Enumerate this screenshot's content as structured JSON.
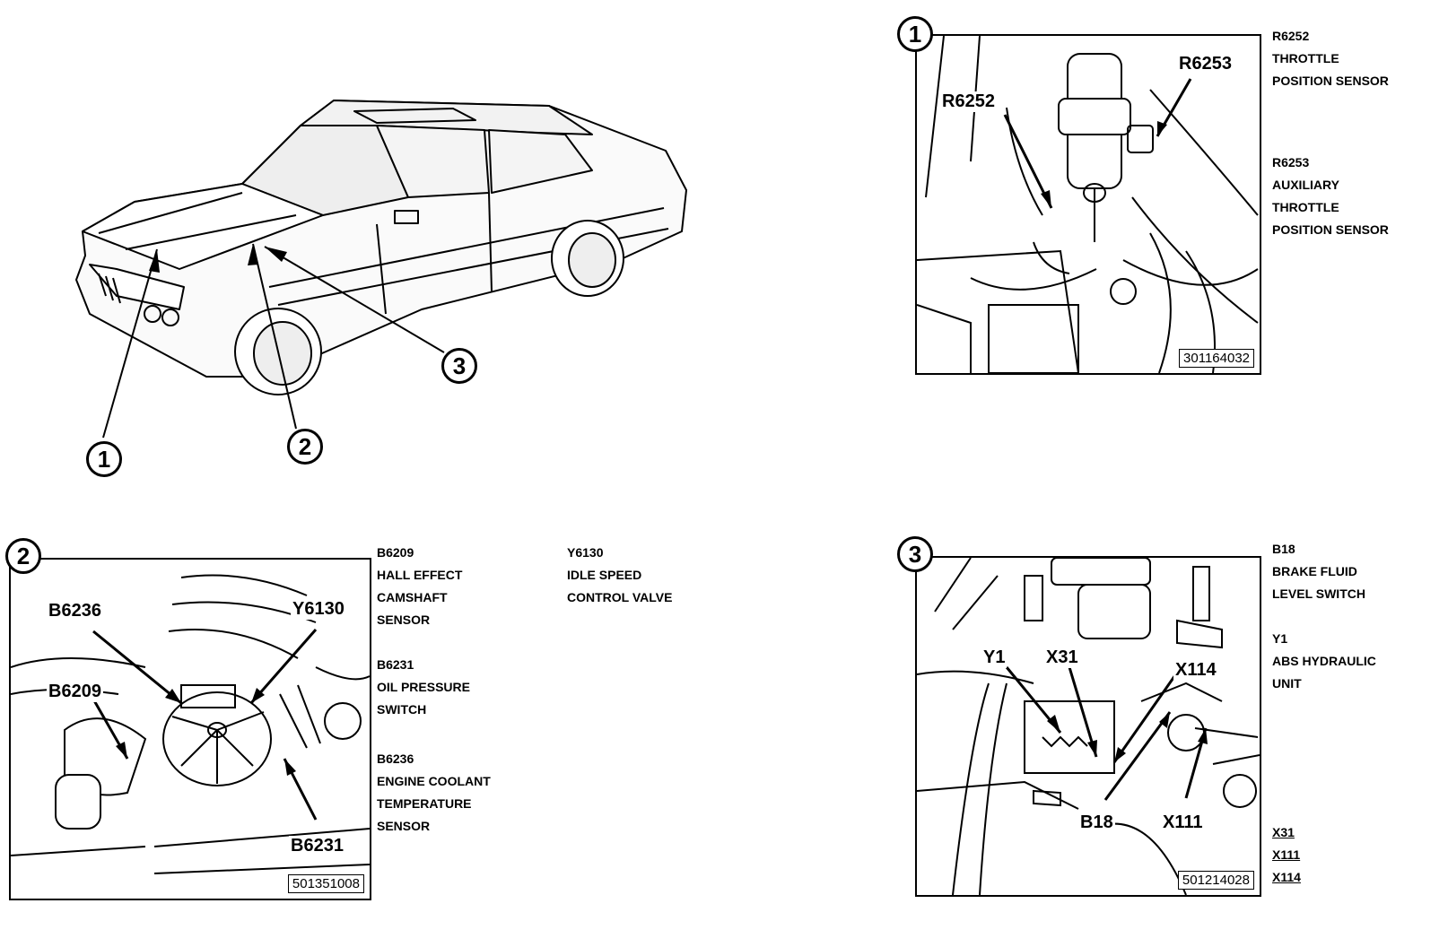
{
  "car": {
    "callouts": [
      "1",
      "2",
      "3"
    ]
  },
  "panel1": {
    "number": "1",
    "image_id": "301164032",
    "labels": {
      "r6252": "R6252",
      "r6253": "R6253"
    },
    "legend": [
      {
        "code": "R6252",
        "lines": [
          "THROTTLE",
          "POSITION SENSOR"
        ]
      },
      {
        "code": "R6253",
        "lines": [
          "AUXILIARY",
          "THROTTLE",
          "POSITION SENSOR"
        ]
      }
    ]
  },
  "panel2": {
    "number": "2",
    "image_id": "501351008",
    "labels": {
      "b6236": "B6236",
      "y6130": "Y6130",
      "b6209": "B6209",
      "b6231": "B6231"
    },
    "legend_col1": [
      {
        "code": "B6209",
        "lines": [
          "HALL EFFECT",
          "CAMSHAFT",
          "SENSOR"
        ]
      },
      {
        "code": "B6231",
        "lines": [
          "OIL PRESSURE",
          "SWITCH"
        ]
      },
      {
        "code": "B6236",
        "lines": [
          "ENGINE COOLANT",
          "TEMPERATURE",
          "SENSOR"
        ]
      }
    ],
    "legend_col2": [
      {
        "code": "Y6130",
        "lines": [
          "IDLE SPEED",
          "CONTROL VALVE"
        ]
      }
    ]
  },
  "panel3": {
    "number": "3",
    "image_id": "501214028",
    "labels": {
      "y1": "Y1",
      "x31": "X31",
      "x114": "X114",
      "b18": "B18",
      "x111": "X111"
    },
    "legend": [
      {
        "code": "B18",
        "lines": [
          "BRAKE FLUID",
          "LEVEL SWITCH"
        ]
      },
      {
        "code": "Y1",
        "lines": [
          "ABS HYDRAULIC",
          "UNIT"
        ]
      }
    ],
    "connectors": [
      "X31",
      "X111",
      "X114"
    ]
  }
}
